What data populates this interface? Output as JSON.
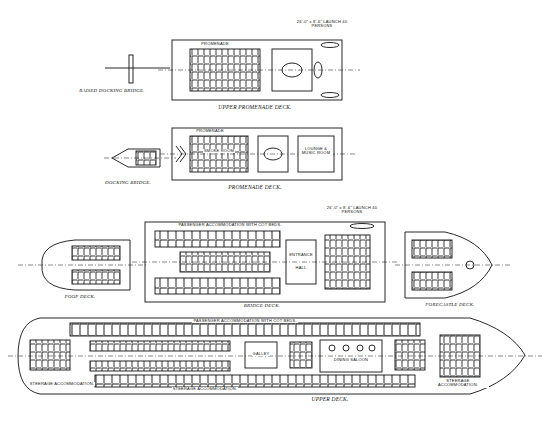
{
  "diagram": {
    "labels": [
      "RAISED DOCKING BRIDGE.",
      "UPPER PROMENADE DECK.",
      "PROMENADE",
      "26'-0\" x 8'-6\" LAUNCH 40 PERSONS",
      "DOCKING BRIDGE.",
      "PROMENADE DECK.",
      "PROMENADE",
      "LOUNGE & MUSIC ROOM",
      "SMOKE ROOM",
      "POOP DECK.",
      "PASSENGER ACCOMMODATION WITH COT BEDS.",
      "26'-0\" x 8'-6\" LAUNCH 40 PERSONS",
      "ENTRANCE",
      "HALL",
      "BRIDGE DECK.",
      "FORECASTLE DECK.",
      "PASSENGER ACCOMMODATION WITH COT BEDS.",
      "DINING SALOON",
      "GALLEY",
      "STEERAGE ACCOMMODATION.",
      "STEERAGE ACCOMMODATION.",
      "STEERAGE ACCOMMODATION.",
      "UPPER DECK."
    ]
  }
}
